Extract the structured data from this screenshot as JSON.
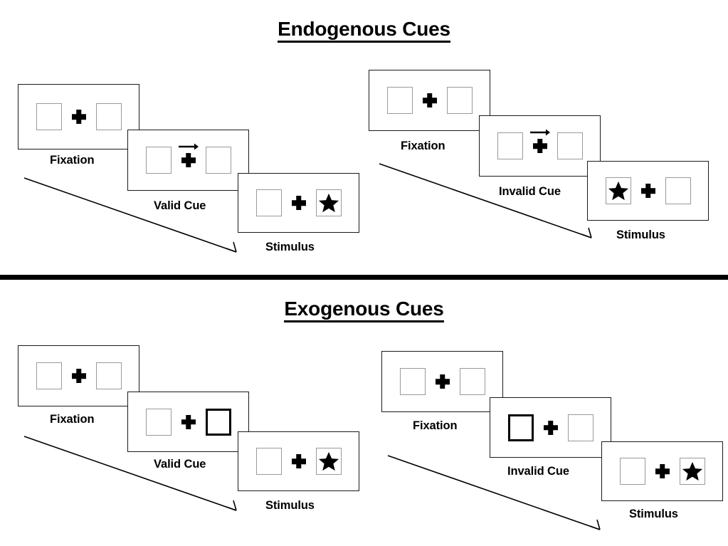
{
  "sections": [
    {
      "id": "endogenous",
      "title": "Endogenous Cues",
      "groups": [
        {
          "id": "endogenous-valid",
          "type": "valid",
          "panels": [
            {
              "id": "fixation",
              "caption": "Fixation",
              "cue": "none",
              "cue_side": null,
              "stimulus_side": null
            },
            {
              "id": "valid-cue",
              "caption": "Valid Cue",
              "cue": "arrow",
              "cue_side": "right",
              "stimulus_side": null
            },
            {
              "id": "stimulus",
              "caption": "Stimulus",
              "cue": "none",
              "cue_side": null,
              "stimulus_side": "right"
            }
          ]
        },
        {
          "id": "endogenous-invalid",
          "type": "invalid",
          "panels": [
            {
              "id": "fixation",
              "caption": "Fixation",
              "cue": "none",
              "cue_side": null,
              "stimulus_side": null
            },
            {
              "id": "invalid-cue",
              "caption": "Invalid Cue",
              "cue": "arrow",
              "cue_side": "right",
              "stimulus_side": null
            },
            {
              "id": "stimulus",
              "caption": "Stimulus",
              "cue": "none",
              "cue_side": null,
              "stimulus_side": "left"
            }
          ]
        }
      ]
    },
    {
      "id": "exogenous",
      "title": "Exogenous Cues",
      "groups": [
        {
          "id": "exogenous-valid",
          "type": "valid",
          "panels": [
            {
              "id": "fixation",
              "caption": "Fixation",
              "cue": "none",
              "cue_side": null,
              "stimulus_side": null
            },
            {
              "id": "valid-cue",
              "caption": "Valid Cue",
              "cue": "box-flash",
              "cue_side": "right",
              "stimulus_side": null
            },
            {
              "id": "stimulus",
              "caption": "Stimulus",
              "cue": "none",
              "cue_side": null,
              "stimulus_side": "right"
            }
          ]
        },
        {
          "id": "exogenous-invalid",
          "type": "invalid",
          "panels": [
            {
              "id": "fixation",
              "caption": "Fixation",
              "cue": "none",
              "cue_side": null,
              "stimulus_side": null
            },
            {
              "id": "invalid-cue",
              "caption": "Invalid Cue",
              "cue": "box-flash",
              "cue_side": "left",
              "stimulus_side": null
            },
            {
              "id": "stimulus",
              "caption": "Stimulus",
              "cue": "none",
              "cue_side": null,
              "stimulus_side": "right"
            }
          ]
        }
      ]
    }
  ],
  "icons": {
    "fixation_cross": "plus-icon",
    "target_star": "star-icon",
    "cue_arrow": "right-arrow-icon",
    "sequence_arrow": "time-flow-arrow-icon"
  },
  "colors": {
    "background": "#ffffff",
    "ink": "#000000",
    "panel_border": "#1a1a1a",
    "box_border": "#9a9a9a",
    "cued_box_border": "#000000",
    "divider": "#000000"
  },
  "labels": {
    "fixation": "Fixation",
    "valid_cue": "Valid Cue",
    "invalid_cue": "Invalid Cue",
    "stimulus": "Stimulus"
  }
}
